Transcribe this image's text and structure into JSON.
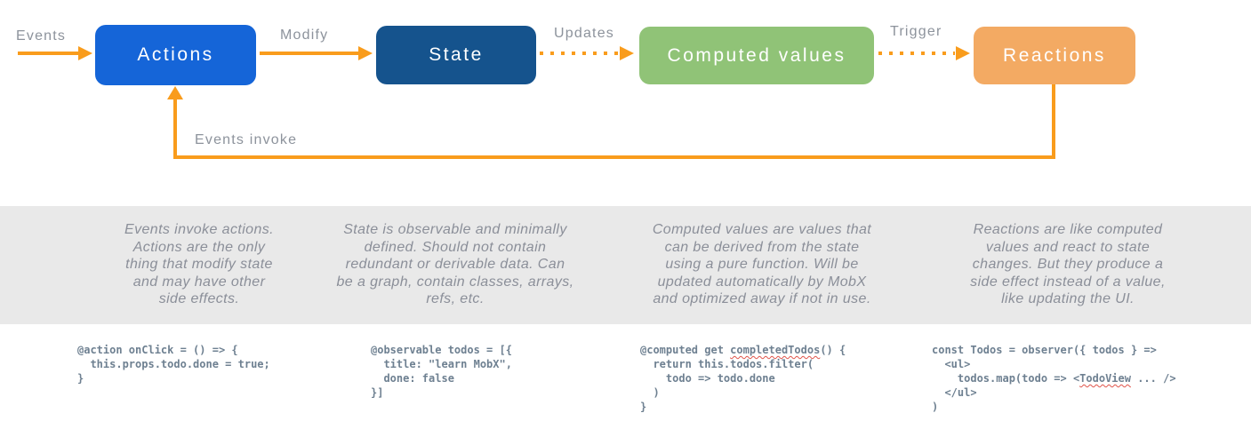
{
  "diagram": {
    "flow_labels": {
      "events": "Events",
      "modify": "Modify",
      "updates": "Updates",
      "trigger": "Trigger",
      "feedback": "Events invoke"
    },
    "nodes": {
      "actions": {
        "label": "Actions",
        "color": "#1565d8"
      },
      "state": {
        "label": "State",
        "color": "#15538d"
      },
      "computed": {
        "label": "Computed values",
        "color": "#90c377"
      },
      "reactions": {
        "label": "Reactions",
        "color": "#f3aa63"
      }
    },
    "arrow_color": "#f99c1c"
  },
  "descriptions": {
    "actions": "Events invoke actions.\nActions are the only\nthing that modify state\nand may have other\nside effects.",
    "state": "State is observable and minimally\ndefined. Should not contain\nredundant or derivable data. Can\nbe a graph, contain classes, arrays,\nrefs, etc.",
    "computed": "Computed values are values that\ncan be derived from the state\nusing a pure function. Will be\nupdated automatically by MobX\nand optimized away if not in use.",
    "reactions": "Reactions are like computed\nvalues and react to state\nchanges. But they produce a\nside effect instead of a value,\nlike updating the UI."
  },
  "code": [
    {
      "lines": [
        "@action onClick = () => {",
        "  this.props.todo.done = true;",
        "}"
      ]
    },
    {
      "lines": [
        "@observable todos = [{",
        "  title: \"learn MobX\",",
        "  done: false",
        "}]"
      ]
    },
    {
      "lines": [
        {
          "pre": "@computed get ",
          "sq": "completedTodos",
          "post": "() {"
        },
        "  return this.todos.filter(",
        "    todo => todo.done",
        "  )",
        "}"
      ]
    },
    {
      "lines": [
        "const Todos = observer({ todos } =>",
        "  <ul>",
        {
          "pre": "    todos.map(todo => <",
          "sq": "TodoView",
          "post": " ... />"
        },
        "  </ul>",
        ")"
      ]
    }
  ]
}
